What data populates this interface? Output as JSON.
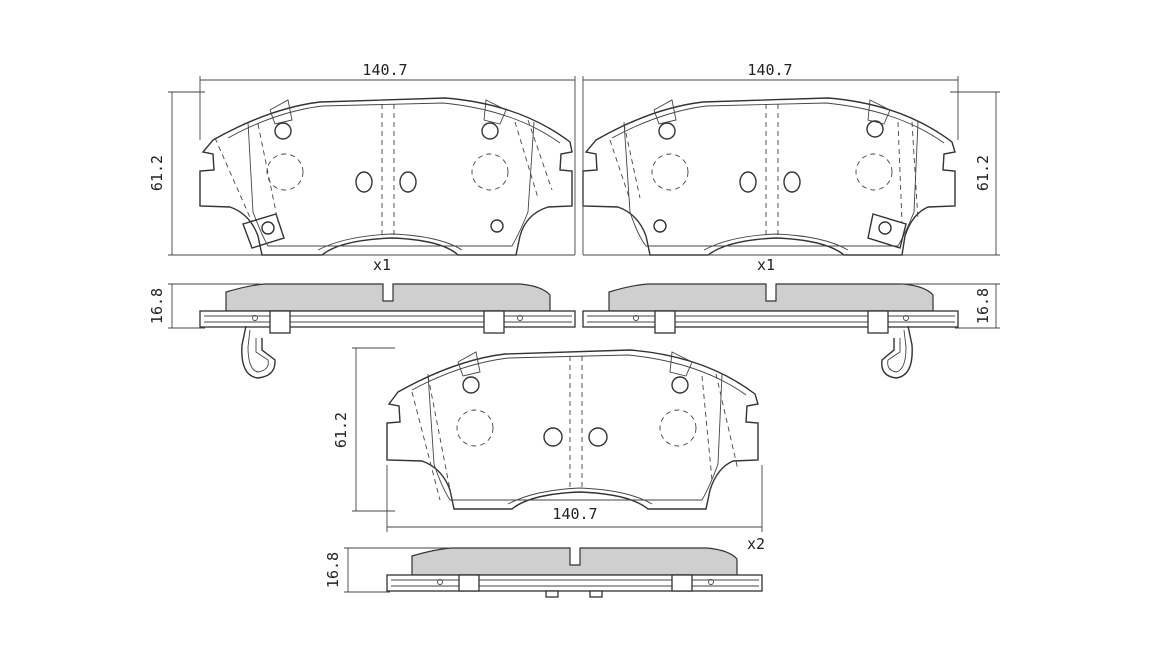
{
  "drawing": {
    "dimensions": {
      "top_left_width": "140.7",
      "top_left_height": "61.2",
      "top_left_thickness": "16.8",
      "top_right_width": "140.7",
      "top_right_height": "61.2",
      "top_right_thickness": "16.8",
      "bottom_width": "140.7",
      "bottom_height": "61.2",
      "bottom_thickness": "16.8"
    },
    "quantities": {
      "top_left": "x1",
      "top_right": "x1",
      "bottom": "x2"
    }
  }
}
